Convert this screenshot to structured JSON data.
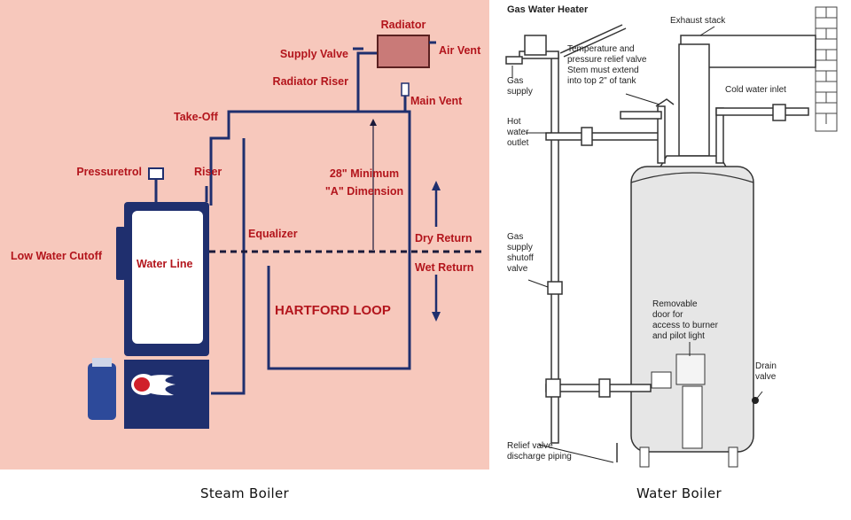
{
  "steam_boiler": {
    "labels": {
      "radiator": "Radiator",
      "supply_valve": "Supply Valve",
      "air_vent": "Air Vent",
      "radiator_riser": "Radiator Riser",
      "main_vent": "Main Vent",
      "take_off": "Take-Off",
      "pressuretrol": "Pressuretrol",
      "riser": "Riser",
      "dimension_line1": "28\" Minimum",
      "dimension_line2": "\"A\" Dimension",
      "equalizer": "Equalizer",
      "dry_return": "Dry Return",
      "low_water_cutoff": "Low Water Cutoff",
      "water_line": "Water Line",
      "wet_return": "Wet Return",
      "hartford_loop": "HARTFORD LOOP"
    },
    "caption": "Steam Boiler"
  },
  "water_boiler": {
    "labels": {
      "title": "Gas Water Heater",
      "exhaust_stack": "Exhaust stack",
      "tp_valve_1": "Temperature and",
      "tp_valve_2": "pressure relief valve",
      "tp_valve_3": "Stem must extend",
      "tp_valve_4": "into top 2\" of tank",
      "gas_supply_1": "Gas",
      "gas_supply_2": "supply",
      "cold_water_inlet": "Cold water inlet",
      "hot_water_1": "Hot",
      "hot_water_2": "water",
      "hot_water_3": "outlet",
      "shutoff_1": "Gas",
      "shutoff_2": "supply",
      "shutoff_3": "shutoff",
      "shutoff_4": "valve",
      "door_1": "Removable",
      "door_2": "door for",
      "door_3": "access to burner",
      "door_4": "and pilot light",
      "drain_1": "Drain",
      "drain_2": "valve",
      "relief_1": "Relief valve",
      "relief_2": "discharge piping"
    },
    "caption": "Water Boiler"
  },
  "colors": {
    "steam_background": "#f7c8bc",
    "boiler_navy": "#1f2f6e",
    "label_red": "#b3151c"
  }
}
